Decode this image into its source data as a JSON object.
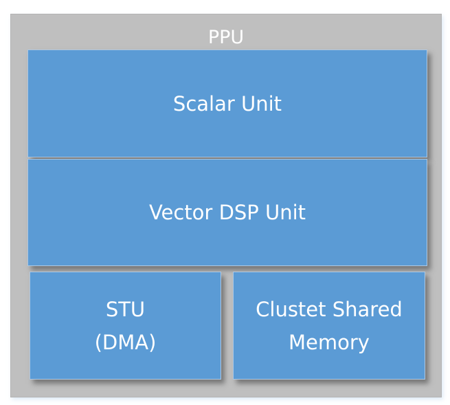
{
  "diagram": {
    "container": {
      "label": "PPU",
      "color": "#bfbfbf"
    },
    "blocks": [
      {
        "id": "scalar",
        "label": "Scalar Unit",
        "color": "#5b9bd5"
      },
      {
        "id": "vector",
        "label": "Vector DSP Unit",
        "color": "#5b9bd5"
      },
      {
        "id": "stu",
        "label": "STU\n(DMA)",
        "color": "#5b9bd5"
      },
      {
        "id": "csm",
        "label": "Clustet Shared\nMemory",
        "color": "#5b9bd5"
      }
    ]
  }
}
